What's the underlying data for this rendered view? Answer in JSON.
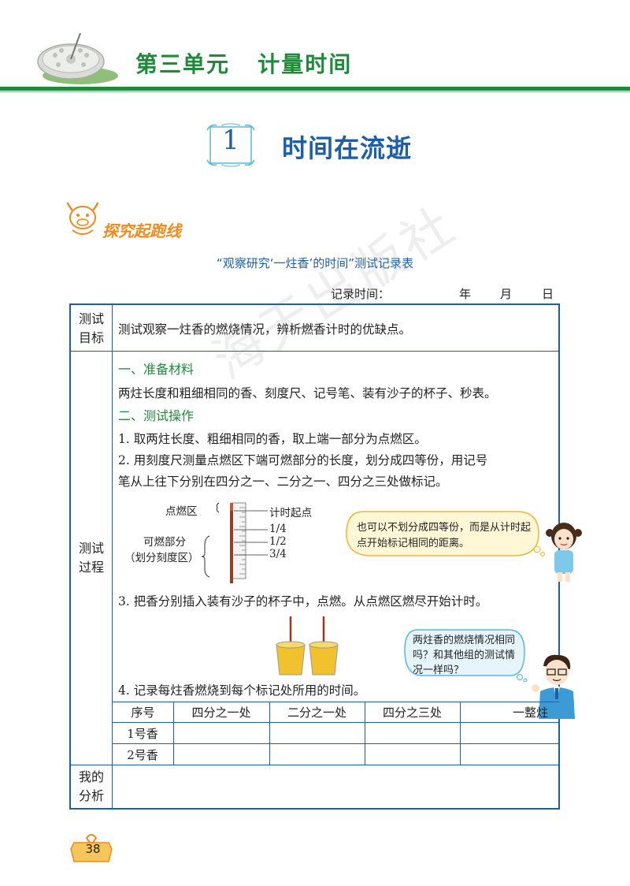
{
  "header": {
    "unit_title": "第三单元   计量时间",
    "lesson_number": "1",
    "lesson_title": "时间在流逝"
  },
  "section": {
    "label": "探究起跑线"
  },
  "record_sheet": {
    "caption": "“观察研究‘一炷香’的时间”测试记录表",
    "record_time_label": "记录时间：",
    "year": "年",
    "month": "月",
    "day": "日",
    "rows": {
      "goal_label_1": "测试",
      "goal_label_2": "目标",
      "goal_text": "测试观察一炷香的燃烧情况，辨析燃香计时的优缺点。",
      "process_label_1": "测试",
      "process_label_2": "过程",
      "analysis_label_1": "我的",
      "analysis_label_2": "分析"
    },
    "materials_heading": "一、准备材料",
    "materials_text": "两炷长度和粗细相同的香、刻度尺、记号笔、装有沙子的杯子、秒表。",
    "steps_heading": "二、测试操作",
    "step1": "1.  取两炷长度、粗细相同的香，取上端一部分为点燃区。",
    "step2_line1": "2.  用刻度尺测量点燃区下端可燃部分的长度，划分成四等份，用记号",
    "step2_line2": "笔从上往下分别在四分之一、二分之一、四分之三处做标记。",
    "step3": "3.  把香分别插入装有沙子的杯子中，点燃。从点燃区燃尽开始计时。",
    "step4": "4.  记录每炷香燃烧到每个标记处所用的时间。",
    "diagram": {
      "ignite_zone": "点燃区",
      "timing_start": "计时起点",
      "quarter": "1/4",
      "half": "1/2",
      "three_quarter": "3/4",
      "burnable_1": "可燃部分",
      "burnable_2": "（划分刻度区）"
    },
    "bubble_girl": "也可以不划分成四等份，而是从计时起点开始标记相同的距离。",
    "bubble_man": "两炷香的燃烧情况相同吗？和其他组的测试情况一样吗？",
    "result_table": {
      "headers": [
        "序号",
        "四分之一处",
        "二分之一处",
        "四分之三处",
        "一整炷"
      ],
      "rows": [
        "1号香",
        "2号香"
      ]
    },
    "watermark": "海天出版社"
  },
  "page": {
    "number": "38"
  },
  "colors": {
    "green": "#1e8a3a",
    "blue": "#1a5fa8",
    "orange": "#f08a1c"
  }
}
